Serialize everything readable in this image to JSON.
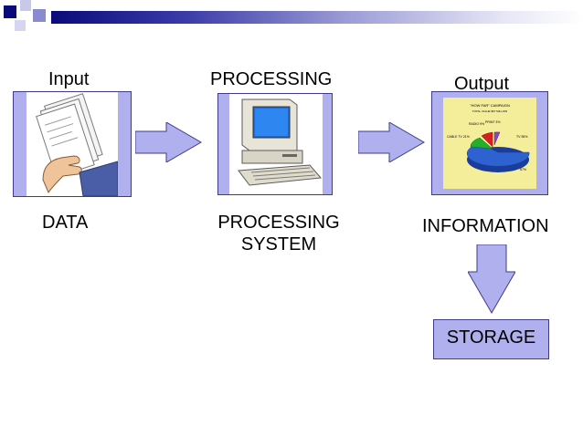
{
  "slide": {
    "headings": {
      "input": "Input",
      "processing": "PROCESSING",
      "output": "Output"
    },
    "captions": {
      "data": "DATA",
      "processing_system_line1": "PROCESSING",
      "processing_system_line2": "SYSTEM",
      "information": "INFORMATION"
    },
    "storage": {
      "label": "STORAGE"
    },
    "pie_chart": {
      "title": "\"HOW FAR\" CAMPAIGN",
      "subtitle": "TOTAL VALUE $67 MILLION",
      "labels": [
        "RADIO 9%",
        "PRINT 3%",
        "TV 55%",
        "CABLE TV 21%",
        "67%"
      ]
    }
  },
  "colors": {
    "frame_fill": "#b0b0ee",
    "frame_border": "#3c3c8a",
    "arrow_fill": "#b0b0ee",
    "deco_dark": "#0a0a7a"
  },
  "icons": [
    "documents-in-hand-icon",
    "computer-icon",
    "pie-chart-icon",
    "arrow-right-icon",
    "arrow-down-icon"
  ]
}
